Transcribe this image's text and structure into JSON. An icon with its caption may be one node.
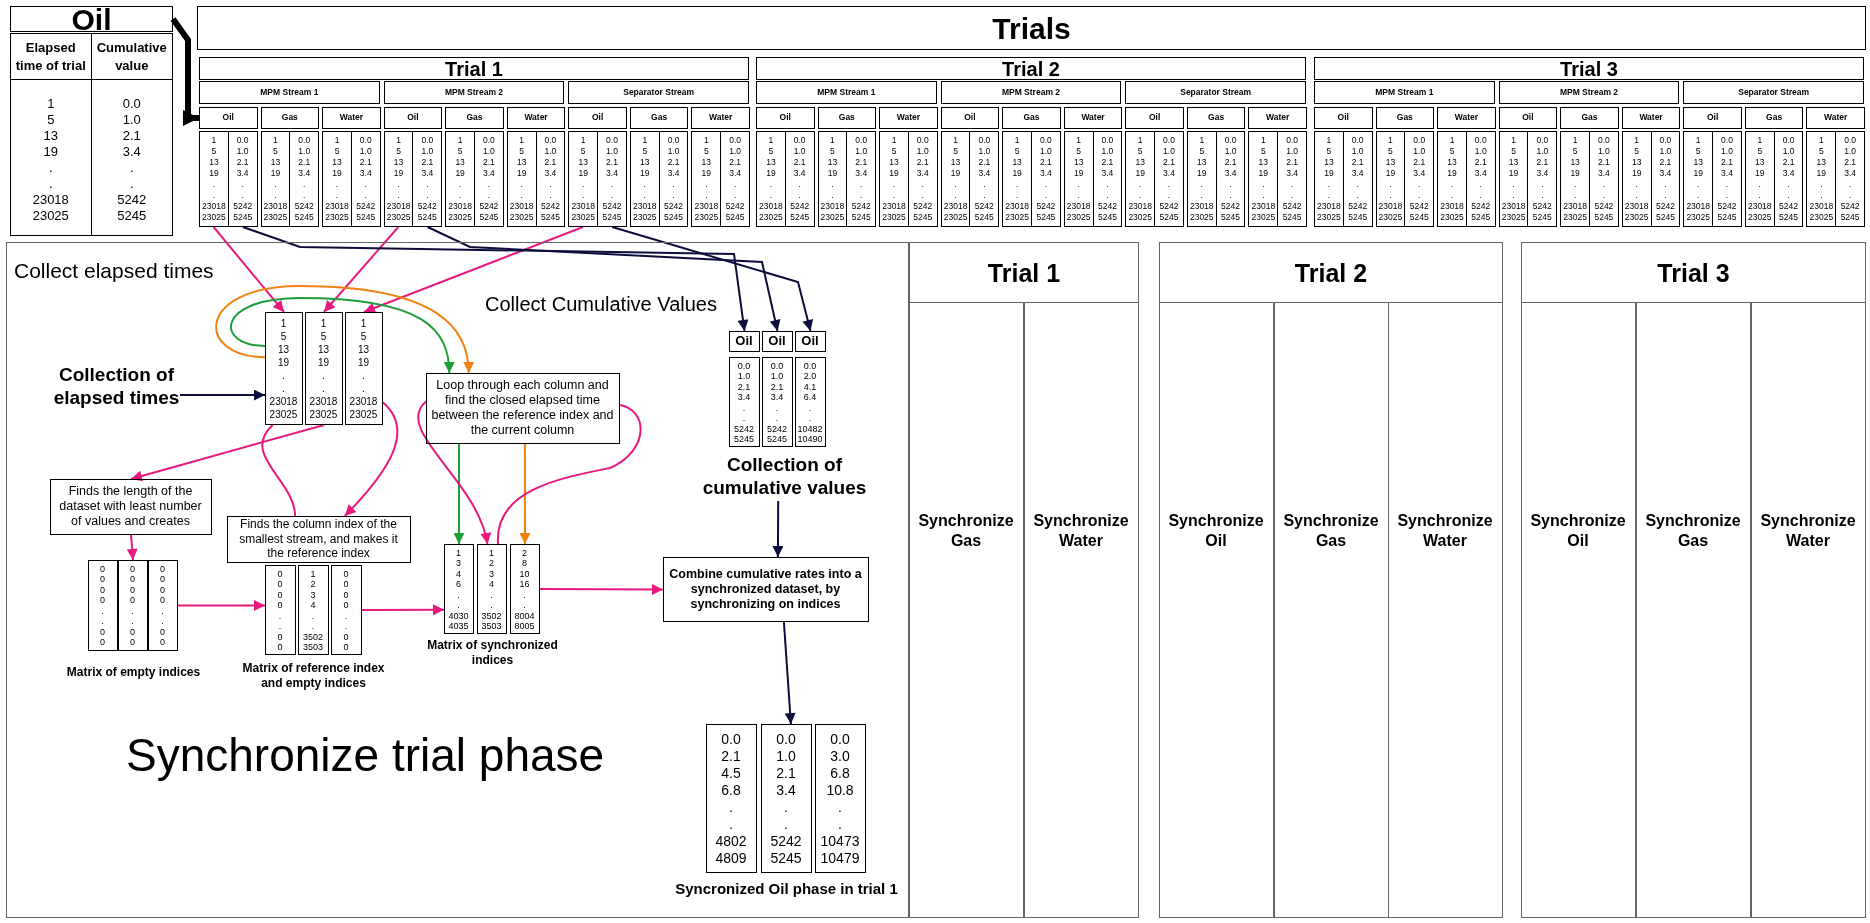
{
  "diagram": {
    "nodes": [
      {
        "text": [
          "Oil"
        ]
      },
      {
        "text": [
          "Elapsed time of trial",
          "Cumulative value",
          "1 5 13 19 . . 23018 23025",
          "0.0 1.0 2.1 3.4 . . 5242 5245"
        ]
      },
      {
        "text": [
          "Trials"
        ]
      },
      {
        "text": [
          "Trial 1"
        ]
      },
      {
        "text": [
          "Trial 2"
        ]
      },
      {
        "text": [
          "Trial 3"
        ]
      },
      {
        "text": [
          "MPM Stream 1"
        ]
      },
      {
        "text": [
          "MPM Stream 2"
        ]
      },
      {
        "text": [
          "Separator Stream"
        ]
      },
      {
        "text": [
          "MPM Stream 1"
        ]
      },
      {
        "text": [
          "MPM Stream 2"
        ]
      },
      {
        "text": [
          "Separator Stream"
        ]
      },
      {
        "text": [
          "MPM Stream 1"
        ]
      },
      {
        "text": [
          "MPM Stream 2"
        ]
      },
      {
        "text": [
          "Separator Stream"
        ]
      },
      {
        "text": [
          "Oil"
        ]
      },
      {
        "text": [
          "Gas"
        ]
      },
      {
        "text": [
          "Water"
        ]
      },
      {
        "text": [
          "Oil"
        ]
      },
      {
        "text": [
          "Gas"
        ]
      },
      {
        "text": [
          "Water"
        ]
      },
      {
        "text": [
          "Oil"
        ]
      },
      {
        "text": [
          "Gas"
        ]
      },
      {
        "text": [
          "Water"
        ]
      },
      {
        "text": [
          "Oil"
        ]
      },
      {
        "text": [
          "Gas"
        ]
      },
      {
        "text": [
          "Water"
        ]
      },
      {
        "text": [
          "Oil"
        ]
      },
      {
        "text": [
          "Gas"
        ]
      },
      {
        "text": [
          "Water"
        ]
      },
      {
        "text": [
          "Oil"
        ]
      },
      {
        "text": [
          "Gas"
        ]
      },
      {
        "text": [
          "Water"
        ]
      },
      {
        "text": [
          "Oil"
        ]
      },
      {
        "text": [
          "Gas"
        ]
      },
      {
        "text": [
          "Water"
        ]
      },
      {
        "text": [
          "Oil"
        ]
      },
      {
        "text": [
          "Gas"
        ]
      },
      {
        "text": [
          "Water"
        ]
      },
      {
        "text": [
          "Oil"
        ]
      },
      {
        "text": [
          "Gas"
        ]
      },
      {
        "text": [
          "Water"
        ]
      },
      {
        "text": [
          "1 5 13 19 . . 23018 23025",
          "0.0 1.0 2.1 3.4 . . 5242 5245"
        ]
      },
      {
        "text": [
          "1 5 13 19 . . 23018 23025",
          "0.0 1.0 2.1 3.4 . . 5242 5245"
        ]
      },
      {
        "text": [
          "1 5 13 19 . . 23018 23025",
          "0.0 1.0 2.1 3.4 . . 5242 5245"
        ]
      },
      {
        "text": [
          "1 5 13 19 . . 23018 23025",
          "0.0 1.0 2.1 3.4 . . 5242 5245"
        ]
      },
      {
        "text": [
          "1 5 13 19 . . 23018 23025",
          "0.0 1.0 2.1 3.4 . . 5242 5245"
        ]
      },
      {
        "text": [
          "1 5 13 19 . . 23018 23025",
          "0.0 1.0 2.1 3.4 . . 5242 5245"
        ]
      },
      {
        "text": [
          "1 5 13 19 . . 23018 23025",
          "0.0 1.0 2.1 3.4 . . 5242 5245"
        ]
      },
      {
        "text": [
          "1 5 13 19 . . 23018 23025",
          "0.0 1.0 2.1 3.4 . . 5242 5245"
        ]
      },
      {
        "text": [
          "1 5 13 19 . . 23018 23025",
          "0.0 1.0 2.1 3.4 . . 5242 5245"
        ]
      },
      {
        "text": [
          "1 5 13 19 . . 23018 23025",
          "0.0 1.0 2.1 3.4 . . 5242 5245"
        ]
      },
      {
        "text": [
          "1 5 13 19 . . 23018 23025",
          "0.0 1.0 2.1 3.4 . . 5242 5245"
        ]
      },
      {
        "text": [
          "1 5 13 19 . . 23018 23025",
          "0.0 1.0 2.1 3.4 . . 5242 5245"
        ]
      },
      {
        "text": [
          "1 5 13 19 . . 23018 23025",
          "0.0 1.0 2.1 3.4 . . 5242 5245"
        ]
      },
      {
        "text": [
          "1 5 13 19 . . 23018 23025",
          "0.0 1.0 2.1 3.4 . . 5242 5245"
        ]
      },
      {
        "text": [
          "1 5 13 19 . . 23018 23025",
          "0.0 1.0 2.1 3.4 . . 5242 5245"
        ]
      },
      {
        "text": [
          "1 5 13 19 . . 23018 23025",
          "0.0 1.0 2.1 3.4 . . 5242 5245"
        ]
      },
      {
        "text": [
          "1 5 13 19 . . 23018 23025",
          "0.0 1.0 2.1 3.4 . . 5242 5245"
        ]
      },
      {
        "text": [
          "1 5 13 19 . . 23018 23025",
          "0.0 1.0 2.1 3.4 . . 5242 5245"
        ]
      },
      {
        "text": [
          "1 5 13 19 . . 23018 23025",
          "0.0 1.0 2.1 3.4 . . 5242 5245"
        ]
      },
      {
        "text": [
          "1 5 13 19 . . 23018 23025",
          "0.0 1.0 2.1 3.4 . . 5242 5245"
        ]
      },
      {
        "text": [
          "1 5 13 19 . . 23018 23025",
          "0.0 1.0 2.1 3.4 . . 5242 5245"
        ]
      },
      {
        "text": [
          "1 5 13 19 . . 23018 23025",
          "0.0 1.0 2.1 3.4 . . 5242 5245"
        ]
      },
      {
        "text": [
          "1 5 13 19 . . 23018 23025",
          "0.0 1.0 2.1 3.4 . . 5242 5245"
        ]
      },
      {
        "text": [
          "1 5 13 19 . . 23018 23025",
          "0.0 1.0 2.1 3.4 . . 5242 5245"
        ]
      },
      {
        "text": [
          "1 5 13 19 . . 23018 23025",
          "0.0 1.0 2.1 3.4 . . 5242 5245"
        ]
      },
      {
        "text": [
          "1 5 13 19 . . 23018 23025",
          "0.0 1.0 2.1 3.4 . . 5242 5245"
        ]
      },
      {
        "text": [
          "1 5 13 19 . . 23018 23025",
          "0.0 1.0 2.1 3.4 . . 5242 5245"
        ]
      },
      {
        "text": [
          "Synchronize trial phase"
        ]
      },
      {
        "text": [
          "Collection of elapsed times"
        ],
        "in": 69
      },
      {
        "text": [
          "1 5 13 19 . . 23018 23025"
        ],
        "in": 69
      },
      {
        "text": [
          "1 5 13 19 . . 23018 23025"
        ],
        "in": 69
      },
      {
        "text": [
          "1 5 13 19 . . 23018 23025"
        ],
        "in": 69
      },
      {
        "text": [
          "Oil"
        ],
        "in": 69
      },
      {
        "text": [
          "Oil"
        ],
        "in": 69
      },
      {
        "text": [
          "Oil"
        ],
        "in": 69
      },
      {
        "text": [
          "0.0 1.0 2.1 3.4 . . 5242 5245"
        ],
        "in": 69
      },
      {
        "text": [
          "0.0 1.0 2.1 3.4 . . 5242 5245"
        ],
        "in": 69
      },
      {
        "text": [
          "0.0 2.0 4.1 6.4 . . 10482 10490"
        ],
        "in": 69
      },
      {
        "text": [
          "Loop through each column and find the closed elapsed time between the reference index and the current column"
        ],
        "in": 69
      },
      {
        "text": [
          "Collection of cumulative values"
        ],
        "in": 69
      },
      {
        "text": [
          "Finds the length of the dataset with least number of values and creates"
        ],
        "in": 69
      },
      {
        "text": [
          "Finds the column index of the smallest stream, and makes it the reference index"
        ],
        "in": 69
      },
      {
        "text": [
          "0 0 0 0 . . 0 0"
        ],
        "in": 69
      },
      {
        "text": [
          "0 0 0 0 . . 0 0"
        ],
        "in": 69,
        "beside": [
          "Matrix of empty indices"
        ]
      },
      {
        "text": [
          "0 0 0 0 . . 0 0"
        ],
        "in": 69
      },
      {
        "text": [
          "0 0 0 0 . . 0 0"
        ],
        "in": 69
      },
      {
        "text": [
          "1 2 3 4 . . 3502 3503"
        ],
        "in": 69,
        "beside": [
          "Matrix of reference index and empty indices"
        ]
      },
      {
        "text": [
          "0 0 0 0 . . 0 0"
        ],
        "in": 69
      },
      {
        "text": [
          "1 3 4 6 . . 4030 4035"
        ],
        "in": 69
      },
      {
        "text": [
          "1 2 3 4 . . 3502 3503"
        ],
        "in": 69,
        "beside": [
          "Matrix of synchronized indices"
        ]
      },
      {
        "text": [
          "2 8 10 16 . . 8004 8005"
        ],
        "in": 69
      },
      {
        "text": [
          "Combine cumulative rates into a synchronized dataset, by synchronizing on indices"
        ],
        "in": 69
      },
      {
        "text": [
          "0.0 2.1 4.5 6.8 . . 4802 4809"
        ],
        "in": 69
      },
      {
        "text": [
          "0.0 1.0 2.1 3.4 . . 5242 5245"
        ],
        "in": 69,
        "beside": [
          "Syncronized Oil phase in trial 1"
        ]
      },
      {
        "text": [
          "0.0 3.0 6.8 10.8 . . 10473 10479"
        ],
        "in": 69
      },
      {
        "text": [
          "Trial 1"
        ]
      },
      {
        "text": [
          "Synchronize Gas"
        ],
        "in": 97
      },
      {
        "text": [
          "Synchronize Water"
        ],
        "in": 97
      },
      {
        "text": [
          "Trial 2"
        ]
      },
      {
        "text": [
          "Synchronize Oil"
        ],
        "in": 100
      },
      {
        "text": [
          "Synchronize Gas"
        ],
        "in": 100
      },
      {
        "text": [
          "Synchronize Water"
        ],
        "in": 100
      },
      {
        "text": [
          "Trial 3"
        ]
      },
      {
        "text": [
          "Synchronize Oil"
        ],
        "in": 104
      },
      {
        "text": [
          "Synchronize Gas"
        ],
        "in": 104
      },
      {
        "text": [
          "Synchronize Water"
        ],
        "in": 104
      }
    ],
    "edges": [
      {
        "from": 0,
        "to": 15,
        "arrow": "to",
        "style": "thick",
        "color": "#000000"
      },
      {
        "from": 42,
        "to": 71,
        "arrow": "to"
      },
      {
        "from": 45,
        "to": 72,
        "arrow": "to"
      },
      {
        "from": 48,
        "to": 73,
        "arrow": "to"
      },
      {
        "from": 42,
        "to": 74,
        "arrow": "to",
        "color": "#0d0d3d"
      },
      {
        "from": 45,
        "to": 75,
        "arrow": "to",
        "color": "#0d0d3d"
      },
      {
        "from": 48,
        "to": 76,
        "arrow": "to",
        "color": "#0d0d3d"
      },
      {
        "from": 70,
        "to": 71,
        "arrow": "to",
        "color": "#0d0d3d"
      },
      {
        "from": 71,
        "to": 80,
        "arrow": "to",
        "color": "#1e9e3a"
      },
      {
        "from": 71,
        "to": 80,
        "arrow": "to",
        "color": "#f0820f"
      },
      {
        "from": 80,
        "to": 90,
        "arrow": "to",
        "color": "#1e9e3a"
      },
      {
        "from": 80,
        "to": 92,
        "arrow": "to",
        "color": "#f0820f"
      },
      {
        "from": 80,
        "to": 91,
        "arrow": "to"
      },
      {
        "from": 91,
        "to": 80,
        "arrow": "none"
      },
      {
        "from": 72,
        "to": 82,
        "arrow": "to"
      },
      {
        "from": 71,
        "to": 83,
        "arrow": "none"
      },
      {
        "from": 73,
        "to": 83,
        "arrow": "to"
      },
      {
        "from": 82,
        "to": 85,
        "arrow": "to"
      },
      {
        "from": 86,
        "to": 87,
        "arrow": "to"
      },
      {
        "from": 89,
        "to": 90,
        "arrow": "to"
      },
      {
        "from": 92,
        "to": 93,
        "arrow": "to"
      },
      {
        "from": 81,
        "to": 93,
        "arrow": "to",
        "color": "#0d0d3d"
      },
      {
        "from": 93,
        "to": 95,
        "arrow": "to",
        "color": "#0d0d3d"
      }
    ],
    "labels": [
      "Collect elapsed times",
      "Collect Cumulative Values"
    ]
  }
}
